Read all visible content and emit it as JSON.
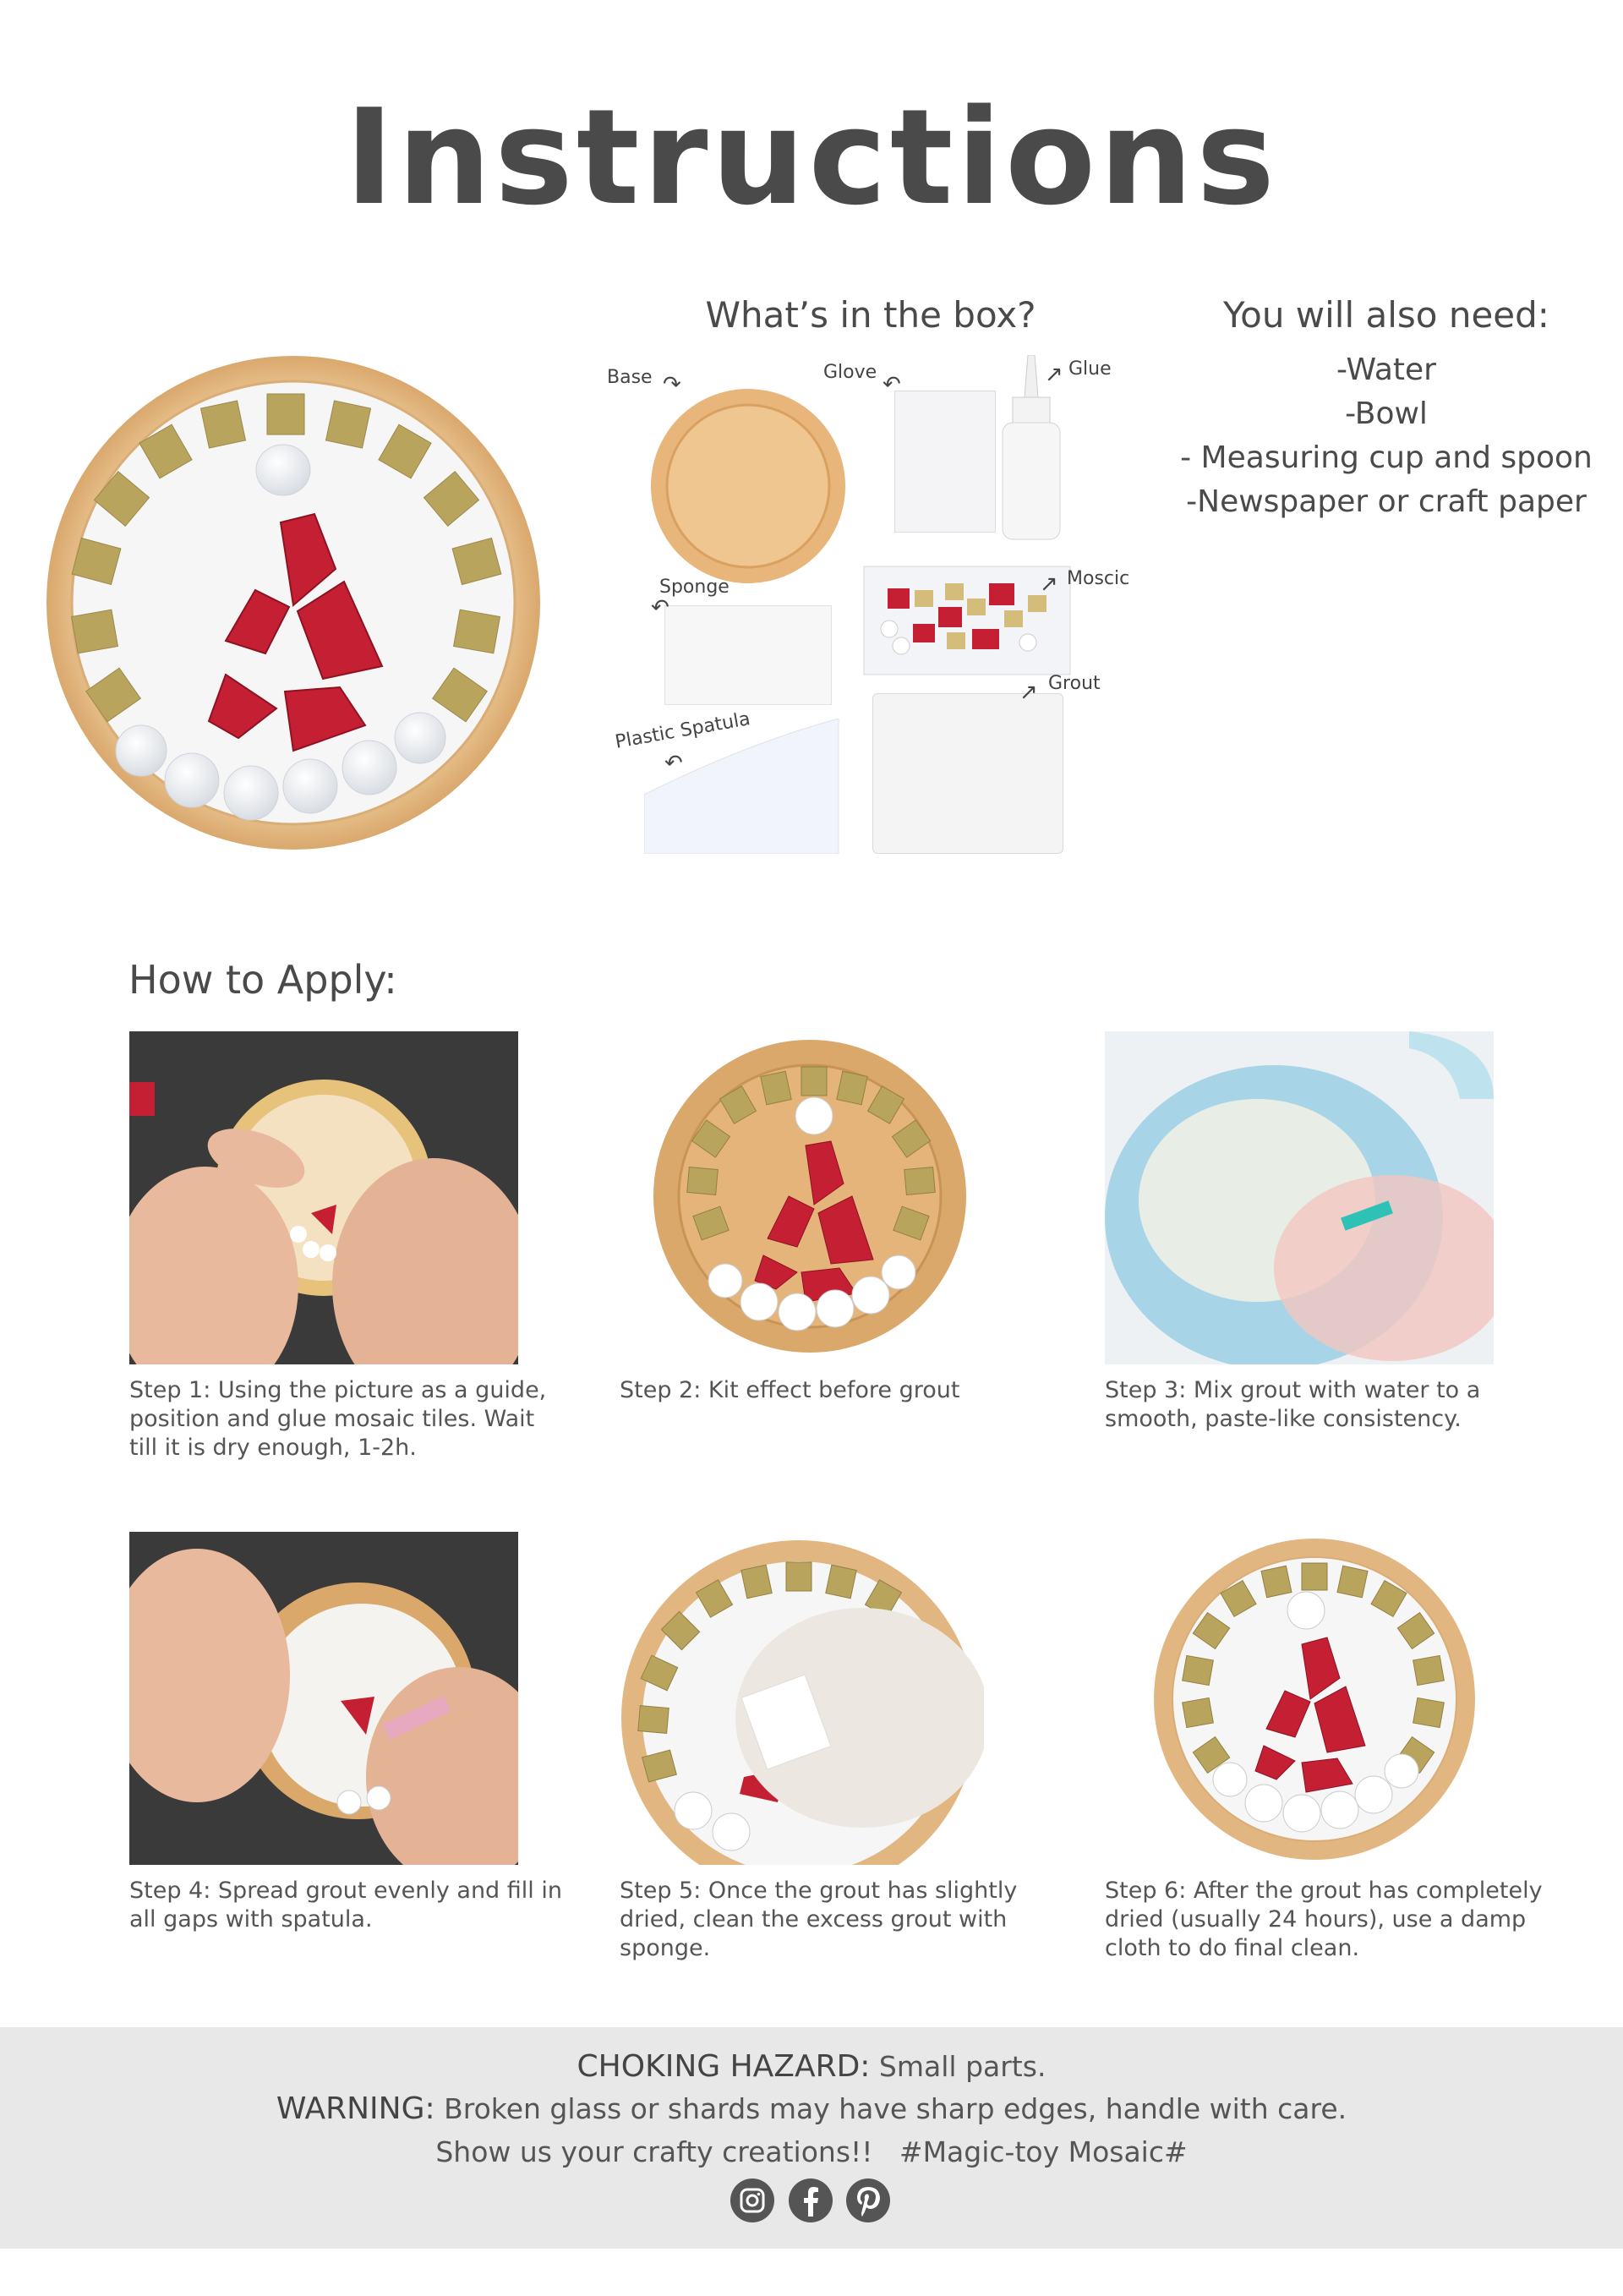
{
  "title": "Instructions",
  "box": {
    "heading": "What’s in the box?",
    "items": {
      "base": "Base",
      "glove": "Glove",
      "glue": "Glue",
      "sponge": "Sponge",
      "mosaic": "Moscic",
      "grout": "Grout",
      "spatula": "Plastic Spatula"
    }
  },
  "need": {
    "heading": "You will also need:",
    "items": [
      "-Water",
      "-Bowl",
      "- Measuring cup and spoon",
      "-Newspaper or craft paper"
    ]
  },
  "apply": {
    "heading": "How to Apply:",
    "steps": [
      "Step 1: Using the picture as a guide, position and glue mosaic tiles. Wait till it is dry enough, 1-2h.",
      "Step 2: Kit effect before grout",
      "Step 3: Mix grout with water to a smooth, paste-like consistency.",
      "Step 4: Spread grout evenly and fill in all gaps with spatula.",
      "Step 5: Once the grout has slightly dried, clean the excess grout with sponge.",
      "Step 6: After the grout has completely dried (usually 24 hours), use a damp cloth to do final clean."
    ]
  },
  "footer": {
    "choking_label": "CHOKING HAZARD:",
    "choking_text": " Small parts.",
    "warning_label": "WARNING:",
    "warning_text": " Broken glass or shards may have sharp edges, handle with care.",
    "share": "Show us your crafty creations!!   #Magic-toy Mosaic#",
    "social_icons": [
      "instagram-icon",
      "facebook-icon",
      "pinterest-icon"
    ]
  },
  "colors": {
    "wood": "#e2b680",
    "gold_tile": "#b9a45e",
    "red_tile": "#c41f33",
    "footer_bg": "#e8e8e8"
  }
}
